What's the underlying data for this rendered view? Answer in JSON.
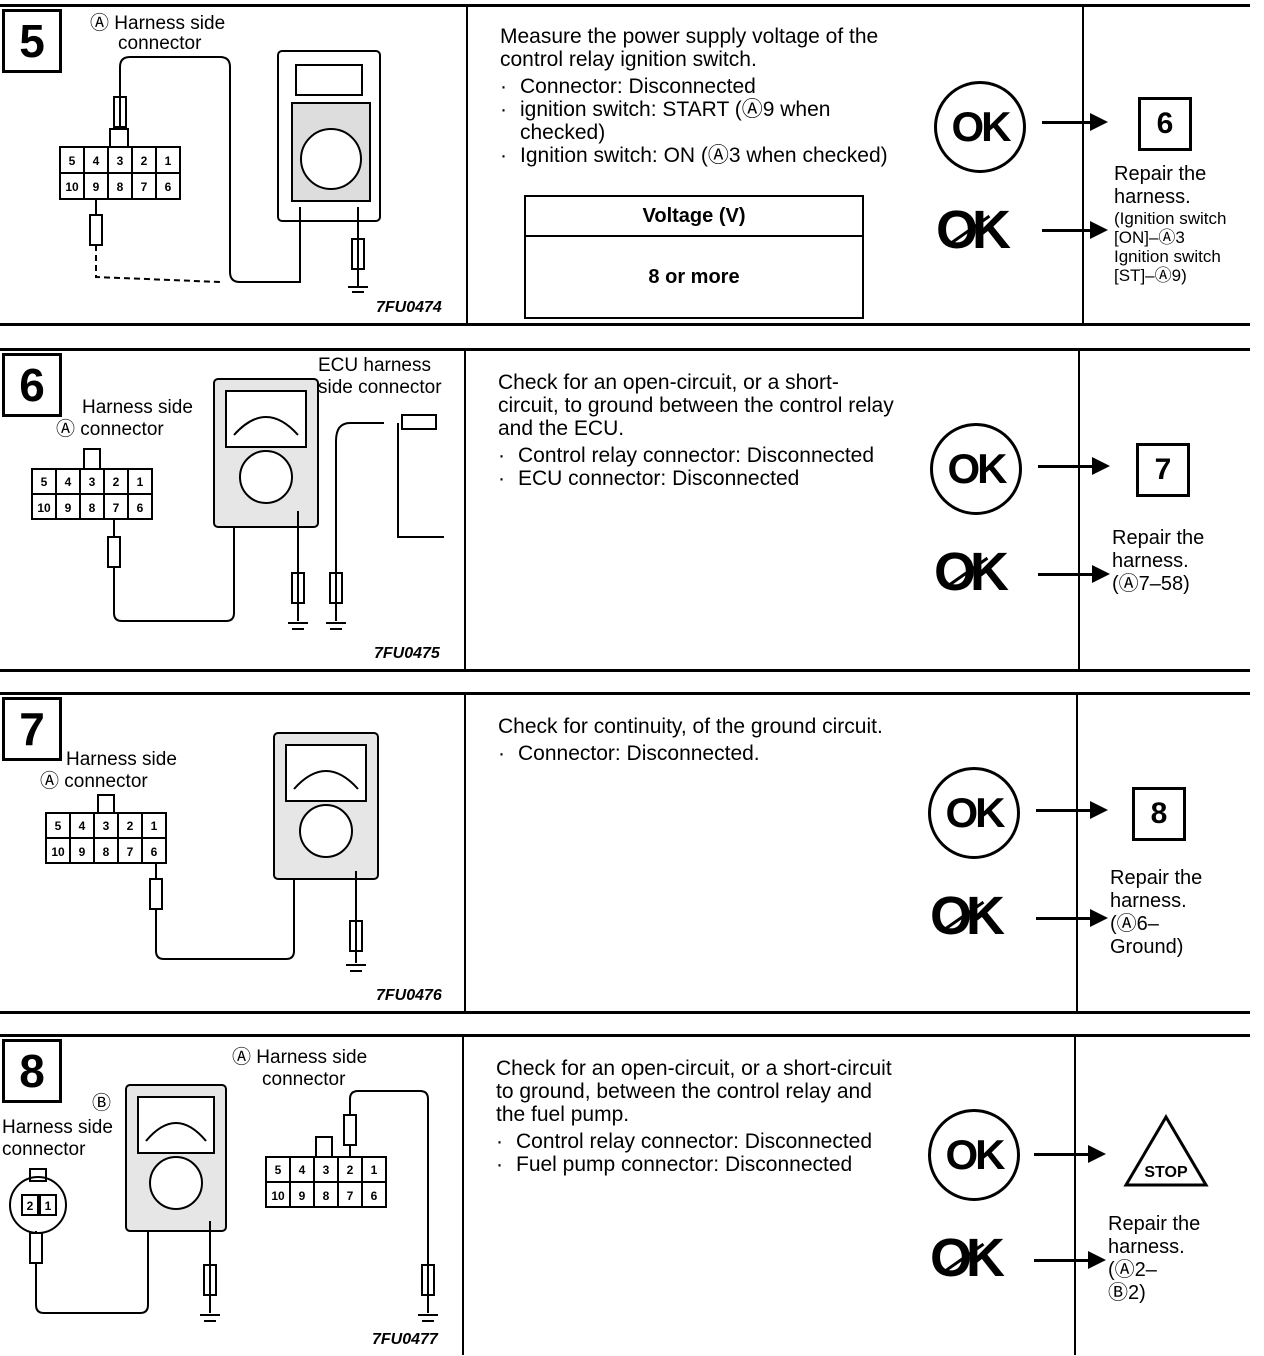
{
  "steps": [
    {
      "number": "5",
      "figure": {
        "labels": [
          "Ⓐ Harness side",
          "connector"
        ],
        "fig_id": "7FU0474",
        "pins_top": [
          "5",
          "4",
          "3",
          "2",
          "1"
        ],
        "pins_bottom": [
          "10",
          "9",
          "8",
          "7",
          "6"
        ]
      },
      "description": {
        "text": "Measure the power supply voltage of the control relay ignition switch.",
        "bullets": [
          "Connector: Disconnected",
          "ignition switch: START (Ⓐ9 when checked)",
          "Ignition switch: ON (Ⓐ3 when checked)"
        ],
        "table_header": "Voltage (V)",
        "table_value": "8 or more"
      },
      "ok_label": "OK",
      "ng_label": "OK",
      "next": "6",
      "repair_lines": [
        "Repair the",
        "harness."
      ],
      "repair_detail": [
        "(Ignition switch",
        "[ON]–Ⓐ3",
        "Ignition switch",
        "[ST]–Ⓐ9)"
      ]
    },
    {
      "number": "6",
      "figure": {
        "labels": [
          "Harness side",
          "Ⓐ connector",
          "ECU harness",
          "side connector"
        ],
        "fig_id": "7FU0475",
        "pins_top": [
          "5",
          "4",
          "3",
          "2",
          "1"
        ],
        "pins_bottom": [
          "10",
          "9",
          "8",
          "7",
          "6"
        ]
      },
      "description": {
        "text": "Check for an open-circuit, or a short-circuit, to ground between the control relay and the ECU.",
        "bullets": [
          "Control relay connector: Disconnected",
          "ECU connector: Disconnected"
        ]
      },
      "ok_label": "OK",
      "ng_label": "OK",
      "next": "7",
      "repair_lines": [
        "Repair the",
        "harness."
      ],
      "repair_detail": [
        "(Ⓐ7–58)"
      ]
    },
    {
      "number": "7",
      "figure": {
        "labels": [
          "Harness side",
          "Ⓐ connector"
        ],
        "fig_id": "7FU0476",
        "pins_top": [
          "5",
          "4",
          "3",
          "2",
          "1"
        ],
        "pins_bottom": [
          "10",
          "9",
          "8",
          "7",
          "6"
        ]
      },
      "description": {
        "text": "Check for continuity, of the ground circuit.",
        "bullets": [
          "Connector: Disconnected."
        ]
      },
      "ok_label": "OK",
      "ng_label": "OK",
      "next": "8",
      "repair_lines": [
        "Repair the",
        "harness."
      ],
      "repair_detail": [
        "(Ⓐ6–",
        "Ground)"
      ]
    },
    {
      "number": "8",
      "figure": {
        "labels": [
          "Ⓐ Harness side",
          "connector",
          "Ⓑ",
          "Harness side",
          "connector"
        ],
        "fig_id": "7FU0477",
        "pins_top": [
          "5",
          "4",
          "3",
          "2",
          "1"
        ],
        "pins_bottom": [
          "10",
          "9",
          "8",
          "7",
          "6"
        ],
        "pins_round": [
          "2",
          "1"
        ]
      },
      "description": {
        "text": "Check for an open-circuit, or a short-circuit to ground, between the control relay and the fuel pump.",
        "bullets": [
          "Control relay connector: Disconnected",
          "Fuel pump connector: Disconnected"
        ]
      },
      "ok_label": "OK",
      "ng_label": "OK",
      "next": "STOP",
      "repair_lines": [
        "Repair the",
        "harness."
      ],
      "repair_detail": [
        "(Ⓐ2–",
        "Ⓑ2)"
      ]
    }
  ]
}
